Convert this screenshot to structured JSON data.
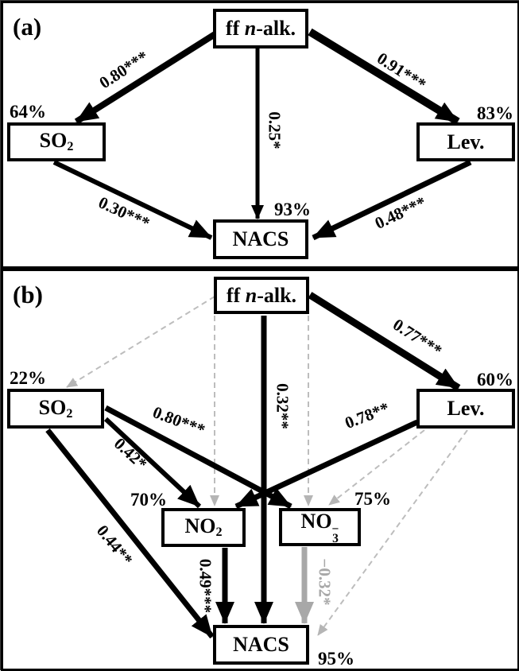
{
  "a": {
    "panel_label": "(a)",
    "nodes": {
      "ffnalk": {
        "pre": "ff ",
        "it": "n",
        "post": "-alk."
      },
      "so2": {
        "base": "SO",
        "sub": "2"
      },
      "lev": {
        "label": "Lev."
      },
      "nacs": {
        "label": "NACS"
      }
    },
    "r2": {
      "so2": "64%",
      "lev": "83%",
      "nacs": "93%"
    },
    "edge_labels": {
      "ff_so2": "0.80***",
      "ff_lev": "0.91***",
      "ff_nacs": "0.25*",
      "so2_nacs": "0.30***",
      "lev_nacs": "0.48***"
    }
  },
  "b": {
    "panel_label": "(b)",
    "nodes": {
      "ffnalk": {
        "pre": "ff ",
        "it": "n",
        "post": "-alk."
      },
      "so2": {
        "base": "SO",
        "sub": "2"
      },
      "lev": {
        "label": "Lev."
      },
      "no2": {
        "base": "NO",
        "sub": "2"
      },
      "no3": {
        "base": "NO",
        "sub": "3",
        "sup": "−"
      },
      "nacs": {
        "label": "NACS"
      }
    },
    "r2": {
      "so2": "22%",
      "lev": "60%",
      "no2": "70%",
      "no3": "75%",
      "nacs": "95%"
    },
    "edge_labels": {
      "ff_lev": "0.77***",
      "ff_nacs": "0.32**",
      "so2_no3": "0.80***",
      "so2_no2": "0.42*",
      "lev_no2": "0.78**",
      "so2_nacs": "0.44**",
      "no2_nacs": "0.49***",
      "no3_nacs": "−0.32*"
    }
  },
  "colors": {
    "line_black": "#000000",
    "line_gray_solid": "#a8a8a8",
    "line_gray_dashed": "#bdbdbd",
    "gray_label": "#a8a8a8"
  }
}
